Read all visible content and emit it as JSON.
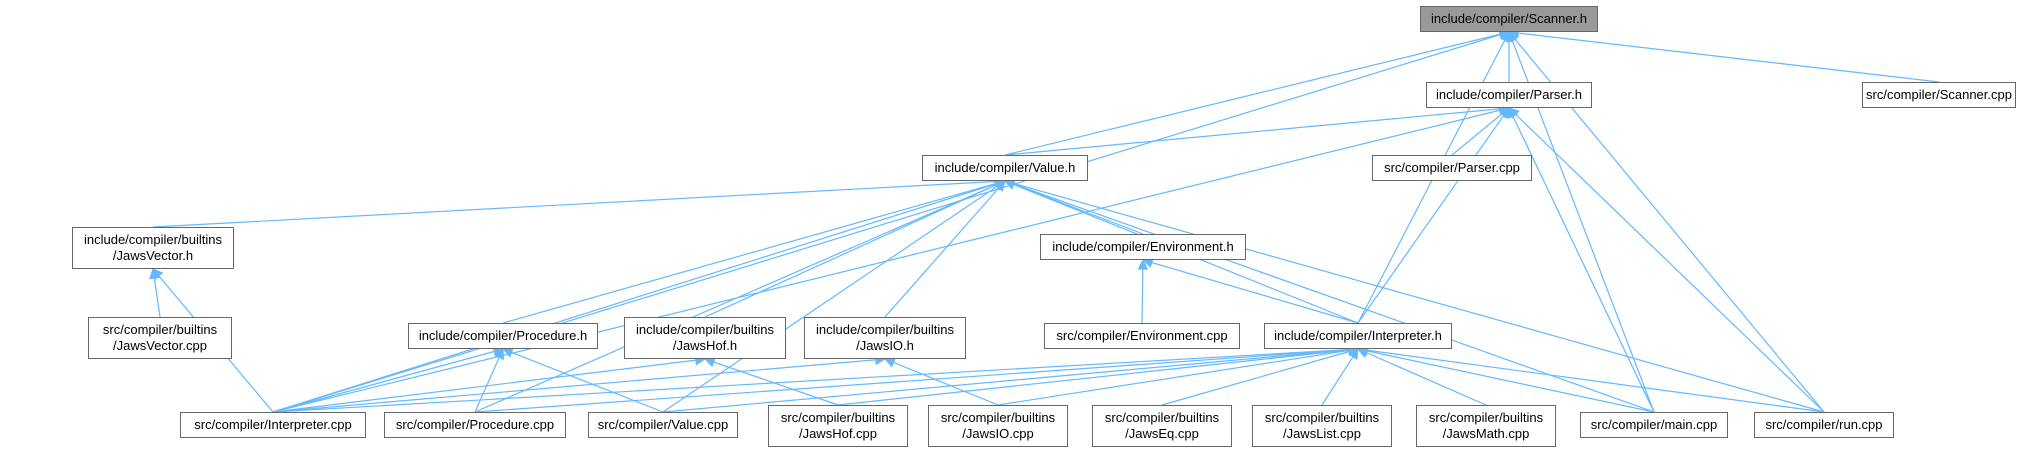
{
  "colors": {
    "edge": "#63b8ff",
    "node_border": "#666666",
    "root_fill": "#999999"
  },
  "nodes": {
    "scanner_h": "include/compiler/Scanner.h",
    "parser_h": "include/compiler/Parser.h",
    "scanner_cpp": "src/compiler/Scanner.cpp",
    "value_h": "include/compiler/Value.h",
    "parser_cpp": "src/compiler/Parser.cpp",
    "jawsvector_h": "include/compiler/builtins\n/JawsVector.h",
    "environment_h": "include/compiler/Environment.h",
    "jawsvector_cpp": "src/compiler/builtins\n/JawsVector.cpp",
    "procedure_h": "include/compiler/Procedure.h",
    "jawshof_h": "include/compiler/builtins\n/JawsHof.h",
    "jawsio_h": "include/compiler/builtins\n/JawsIO.h",
    "environment_cpp": "src/compiler/Environment.cpp",
    "interpreter_h": "include/compiler/Interpreter.h",
    "interpreter_cpp": "src/compiler/Interpreter.cpp",
    "procedure_cpp": "src/compiler/Procedure.cpp",
    "value_cpp": "src/compiler/Value.cpp",
    "jawshof_cpp": "src/compiler/builtins\n/JawsHof.cpp",
    "jawsio_cpp": "src/compiler/builtins\n/JawsIO.cpp",
    "jawseq_cpp": "src/compiler/builtins\n/JawsEq.cpp",
    "jawslist_cpp": "src/compiler/builtins\n/JawsList.cpp",
    "jawsmath_cpp": "src/compiler/builtins\n/JawsMath.cpp",
    "main_cpp": "src/compiler/main.cpp",
    "run_cpp": "src/compiler/run.cpp"
  },
  "edges": [
    [
      "parser_h",
      "scanner_h"
    ],
    [
      "scanner_cpp",
      "scanner_h"
    ],
    [
      "value_h",
      "scanner_h"
    ],
    [
      "interpreter_h",
      "scanner_h"
    ],
    [
      "interpreter_cpp",
      "scanner_h"
    ],
    [
      "main_cpp",
      "scanner_h"
    ],
    [
      "run_cpp",
      "scanner_h"
    ],
    [
      "parser_cpp",
      "parser_h"
    ],
    [
      "value_h",
      "parser_h"
    ],
    [
      "interpreter_h",
      "parser_h"
    ],
    [
      "interpreter_cpp",
      "parser_h"
    ],
    [
      "main_cpp",
      "parser_h"
    ],
    [
      "run_cpp",
      "parser_h"
    ],
    [
      "jawsvector_h",
      "value_h"
    ],
    [
      "environment_h",
      "value_h"
    ],
    [
      "procedure_h",
      "value_h"
    ],
    [
      "jawshof_h",
      "value_h"
    ],
    [
      "jawsio_h",
      "value_h"
    ],
    [
      "interpreter_h",
      "value_h"
    ],
    [
      "interpreter_cpp",
      "value_h"
    ],
    [
      "procedure_cpp",
      "value_h"
    ],
    [
      "value_cpp",
      "value_h"
    ],
    [
      "main_cpp",
      "value_h"
    ],
    [
      "run_cpp",
      "value_h"
    ],
    [
      "jawsvector_cpp",
      "jawsvector_h"
    ],
    [
      "interpreter_cpp",
      "jawsvector_h"
    ],
    [
      "environment_cpp",
      "environment_h"
    ],
    [
      "interpreter_h",
      "environment_h"
    ],
    [
      "interpreter_cpp",
      "procedure_h"
    ],
    [
      "procedure_cpp",
      "procedure_h"
    ],
    [
      "value_cpp",
      "procedure_h"
    ],
    [
      "interpreter_cpp",
      "jawshof_h"
    ],
    [
      "jawshof_cpp",
      "jawshof_h"
    ],
    [
      "interpreter_cpp",
      "jawsio_h"
    ],
    [
      "jawsio_cpp",
      "jawsio_h"
    ],
    [
      "interpreter_cpp",
      "interpreter_h"
    ],
    [
      "procedure_cpp",
      "interpreter_h"
    ],
    [
      "value_cpp",
      "interpreter_h"
    ],
    [
      "jawshof_cpp",
      "interpreter_h"
    ],
    [
      "jawsio_cpp",
      "interpreter_h"
    ],
    [
      "jawseq_cpp",
      "interpreter_h"
    ],
    [
      "jawslist_cpp",
      "interpreter_h"
    ],
    [
      "jawsmath_cpp",
      "interpreter_h"
    ],
    [
      "main_cpp",
      "interpreter_h"
    ],
    [
      "run_cpp",
      "interpreter_h"
    ]
  ]
}
